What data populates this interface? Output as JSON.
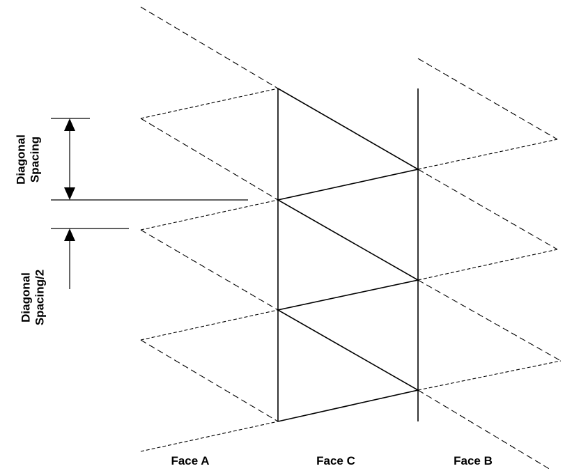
{
  "labels": {
    "diagonal_spacing_line1": "Diagonal",
    "diagonal_spacing_line2": "Spacing",
    "half_spacing_line1": "Diagonal",
    "half_spacing_line2": "Spacing/2",
    "face_a": "Face A",
    "face_c": "Face C",
    "face_b": "Face B"
  }
}
